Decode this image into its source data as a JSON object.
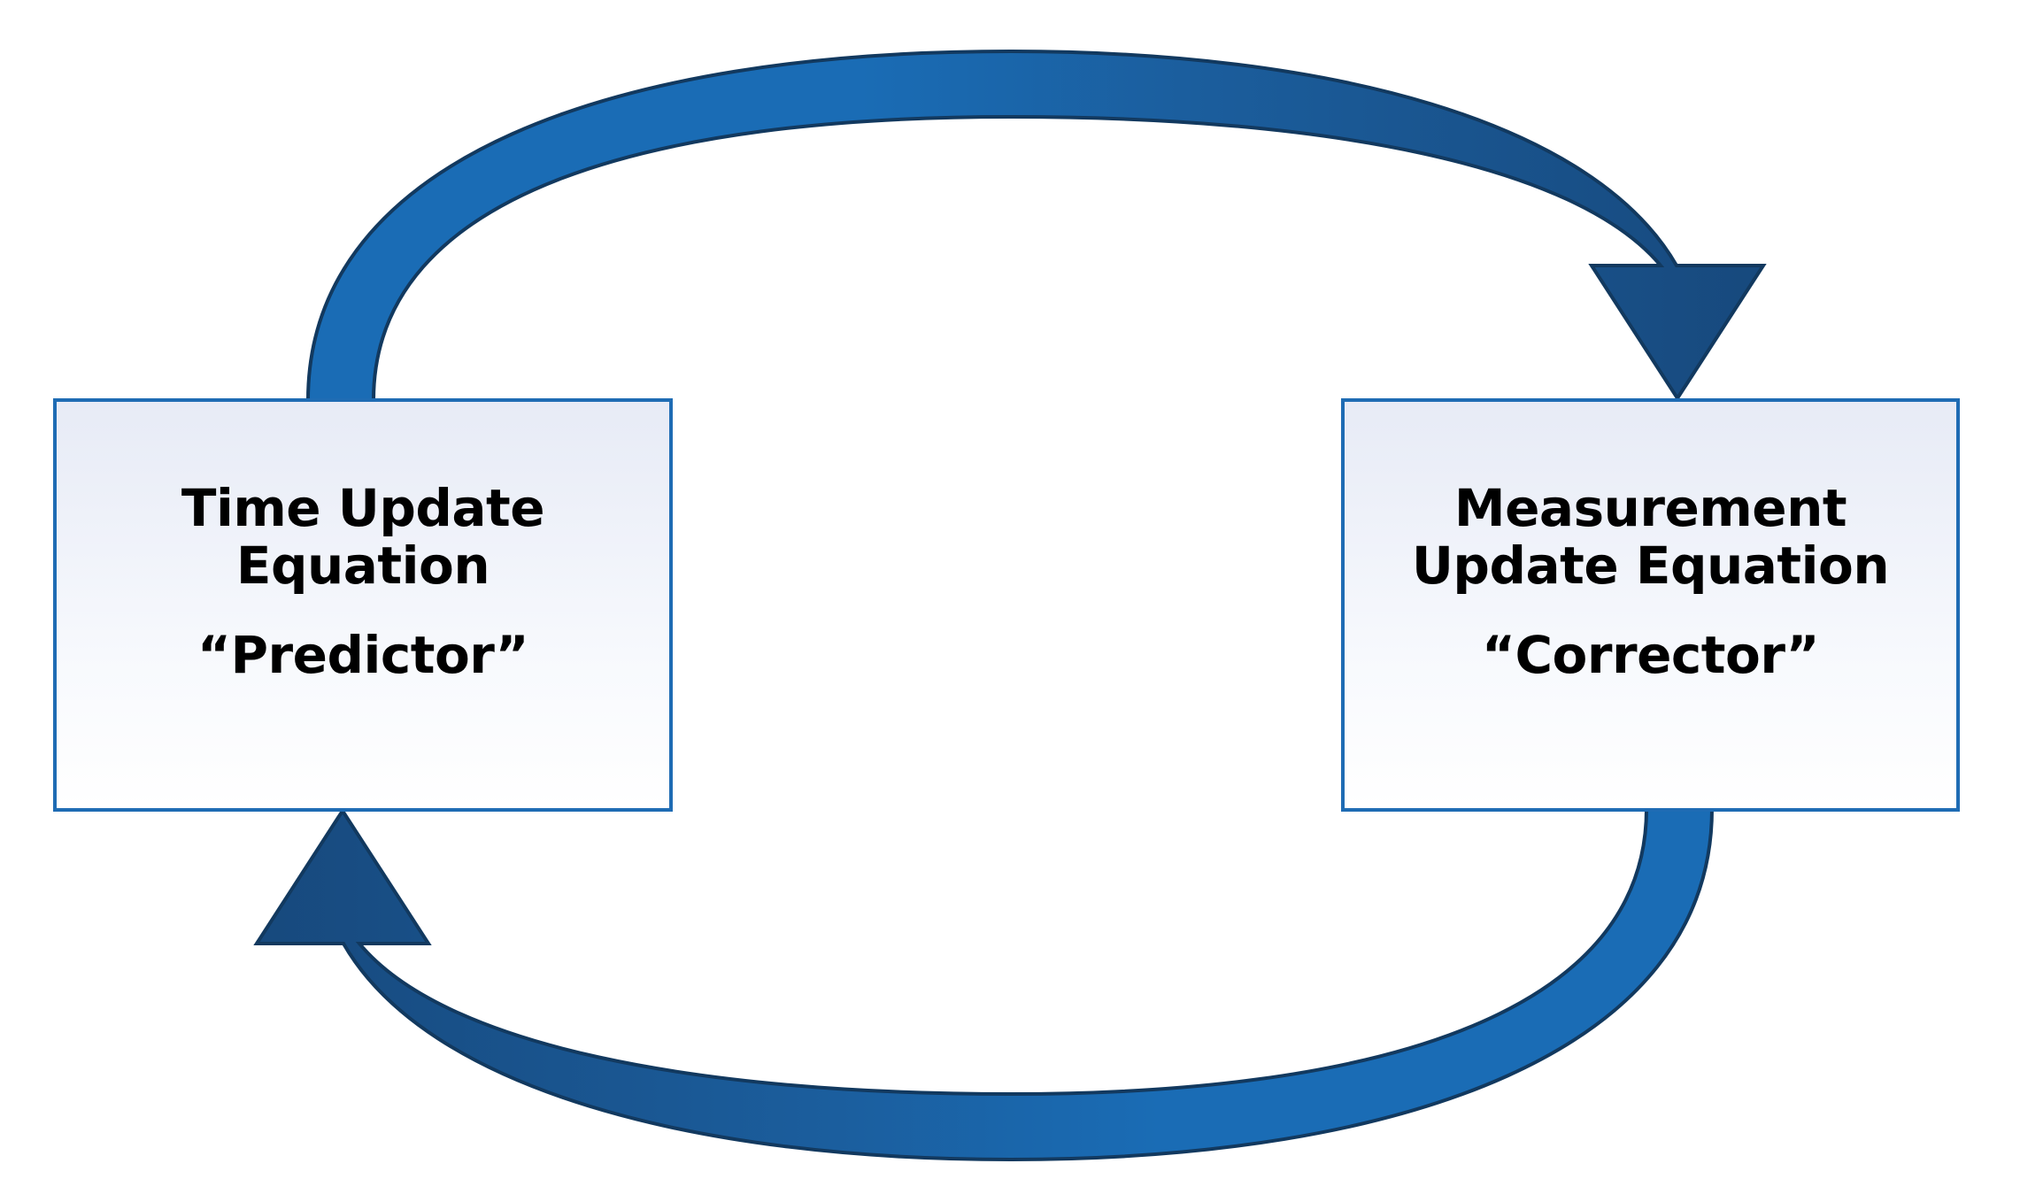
{
  "diagram": {
    "type": "cycle-two-stage",
    "title": "",
    "background_color": "#ffffff",
    "nodes": [
      {
        "id": "time-update",
        "title": "Time Update\nEquation",
        "subtitle": "“Predictor”",
        "border_color": "#1f6cb4",
        "fill_top_color": "#e7ebf6",
        "fill_bottom_color": "#ffffff",
        "text_color": "#000000"
      },
      {
        "id": "measurement-update",
        "title": "Measurement\nUpdate Equation",
        "subtitle": "“Corrector”",
        "border_color": "#1f6cb4",
        "fill_top_color": "#e7ebf6",
        "fill_bottom_color": "#ffffff",
        "text_color": "#000000"
      }
    ],
    "connectors": [
      {
        "id": "arrow-top",
        "from": "time-update",
        "to": "measurement-update",
        "direction": "clockwise-top",
        "start_color": "#1a6cb5",
        "end_color": "#17497d",
        "outline_color": "#12395f"
      },
      {
        "id": "arrow-bottom",
        "from": "measurement-update",
        "to": "time-update",
        "direction": "clockwise-bottom",
        "start_color": "#1a6cb5",
        "end_color": "#17497d",
        "outline_color": "#12395f"
      }
    ]
  }
}
